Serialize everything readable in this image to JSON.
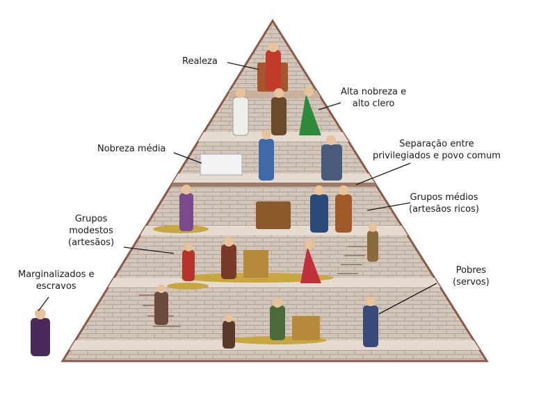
{
  "labels": {
    "realeza": [
      "Realeza"
    ],
    "alta_nobreza": [
      "Alta nobreza e",
      "alto clero"
    ],
    "nobreza_media": [
      "Nobreza média"
    ],
    "separacao": [
      "Separação entre",
      "privilegiados e povo comum"
    ],
    "grupos_medios": [
      "Grupos médios",
      "(artesãos ricos)"
    ],
    "grupos_modestos": [
      "Grupos",
      "modestos",
      "(artesãos)"
    ],
    "marginalizados": [
      "Marginalizados e",
      "escravos"
    ],
    "pobres": [
      "Pobres",
      "(servos)"
    ]
  },
  "colors": {
    "brick": "#cdbfb4",
    "brick_line": "#a89080",
    "edge": "#8a5a48",
    "floor": "#e4d8cc"
  }
}
